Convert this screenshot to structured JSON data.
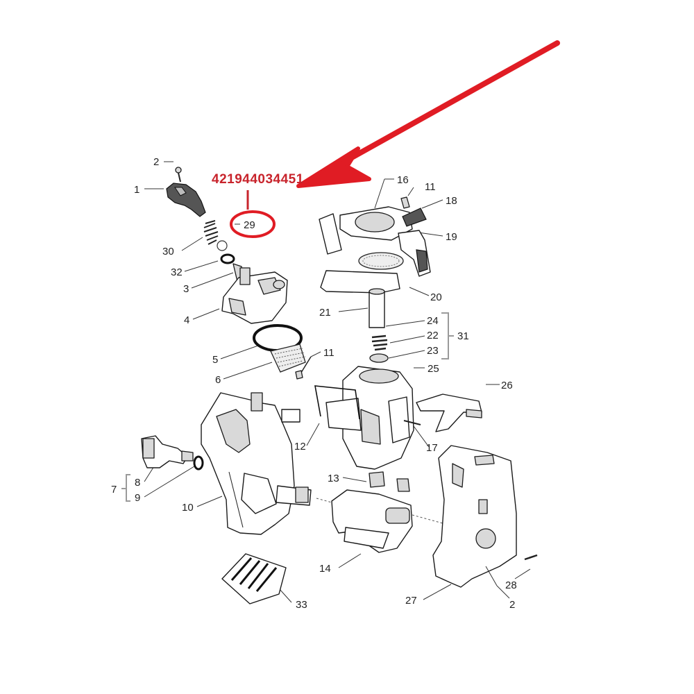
{
  "highlight": {
    "part_number": "421944034451",
    "callout": "29",
    "color": "#e01c24"
  },
  "labels": {
    "l1": "1",
    "l2a": "2",
    "l2b": "2",
    "l3": "3",
    "l4": "4",
    "l5": "5",
    "l6": "6",
    "l7": "7",
    "l8": "8",
    "l9": "9",
    "l10": "10",
    "l11a": "11",
    "l11b": "11",
    "l12": "12",
    "l13": "13",
    "l14": "14",
    "l16": "16",
    "l17": "17",
    "l18": "18",
    "l19": "19",
    "l20": "20",
    "l21": "21",
    "l22": "22",
    "l23": "23",
    "l24": "24",
    "l25": "25",
    "l26": "26",
    "l27": "27",
    "l28": "28",
    "l30": "30",
    "l31": "31",
    "l32": "32",
    "l33": "33"
  }
}
